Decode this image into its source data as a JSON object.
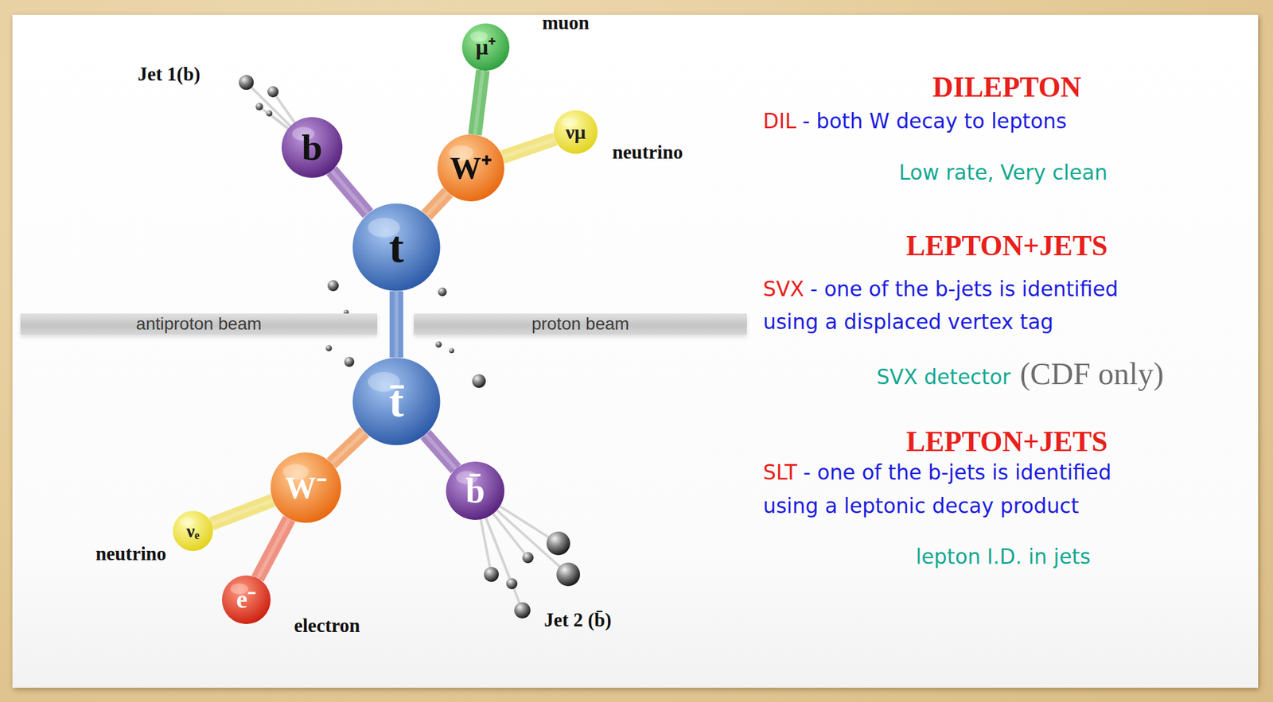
{
  "diagram": {
    "nodes": [
      {
        "text": [
          "μ⁺"
        ]
      },
      {
        "text": [
          "b"
        ]
      },
      {
        "text": [
          "νμ"
        ]
      },
      {
        "text": [
          "W⁺"
        ]
      },
      {
        "text": [
          "t"
        ]
      },
      {
        "text": [
          "antiproton beam"
        ]
      },
      {
        "text": [
          "proton beam"
        ]
      },
      {
        "text": [
          "t̄"
        ]
      },
      {
        "text": [
          "b̄"
        ]
      },
      {
        "text": [
          "W⁻"
        ]
      },
      {
        "text": [
          "νₑ"
        ]
      },
      {
        "text": [
          "e⁻"
        ]
      }
    ],
    "edges": [
      {
        "from": 4,
        "to": 1,
        "arrow": "none"
      },
      {
        "from": 4,
        "to": 3,
        "arrow": "none"
      },
      {
        "from": 3,
        "to": 0,
        "arrow": "none"
      },
      {
        "from": 3,
        "to": 2,
        "arrow": "none"
      },
      {
        "from": 4,
        "to": 7,
        "arrow": "none"
      },
      {
        "from": 7,
        "to": 9,
        "arrow": "none"
      },
      {
        "from": 7,
        "to": 8,
        "arrow": "none"
      },
      {
        "from": 9,
        "to": 10,
        "arrow": "none"
      },
      {
        "from": 9,
        "to": 11,
        "arrow": "none"
      }
    ],
    "labels": [
      "muon",
      "Jet 1(b)",
      "neutrino",
      "neutrino",
      "electron",
      "Jet 2 (b̄)",
      "DILEPTON",
      "DIL",
      "- both W decay to leptons",
      "Low rate, Very clean",
      "LEPTON+JETS",
      "SVX",
      "- one of the b-jets is identified",
      "using a displaced vertex tag",
      "SVX detector",
      "(CDF only)",
      "LEPTON+JETS",
      "SLT",
      "- one of the b-jets is identified",
      "using a leptonic decay product",
      "lepton I.D. in jets"
    ]
  }
}
